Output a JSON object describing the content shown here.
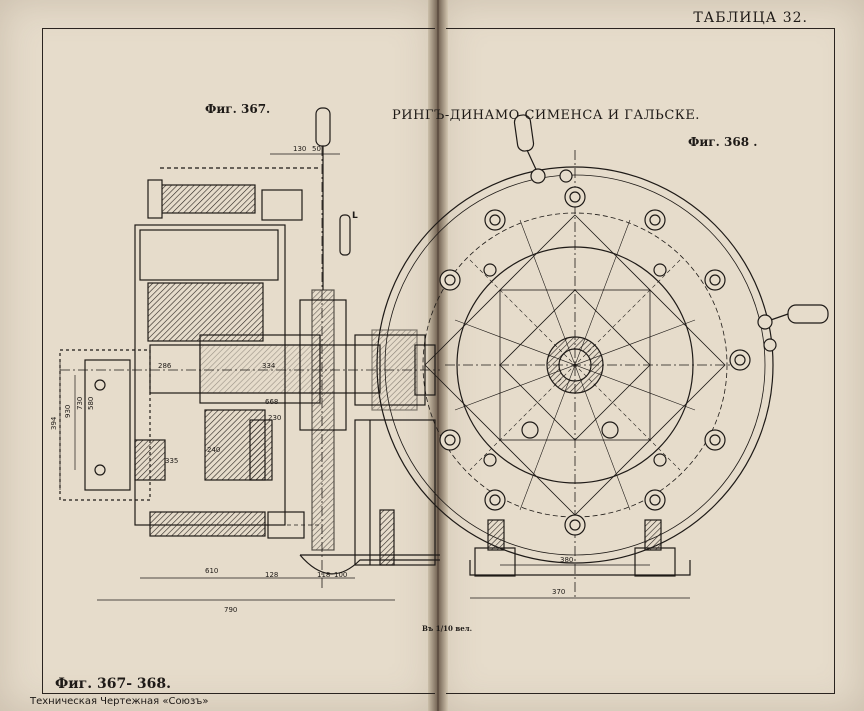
{
  "document": {
    "plate_label": "ТАБЛИЦА 32.",
    "title": "РИНГЪ-ДИНАМО СИМЕНСА И ГАЛЬСКЕ.",
    "fig_left": "Фиг. 367.",
    "fig_right": "Фиг. 368 .",
    "fig_range": "Фиг. 367- 368.",
    "publisher": "Техническая Чертежная «Союзъ»",
    "scale_note": "Въ 1/10 вел."
  },
  "dimensions": {
    "d130": "130",
    "d50": "50",
    "d286": "286",
    "d334": "334",
    "d930": "930",
    "d730": "730",
    "d580": "580",
    "d394": "394",
    "d335": "335",
    "d240": "240",
    "d668": "668",
    "d230": "230",
    "d610": "610",
    "d128": "128",
    "d118": "118",
    "d100": "100",
    "d790": "790",
    "d380": "380",
    "d370": "370",
    "letter_l": "L"
  },
  "colors": {
    "paper": "#e6dccb",
    "ink": "#1e1a17",
    "hatch": "#2a2420"
  }
}
